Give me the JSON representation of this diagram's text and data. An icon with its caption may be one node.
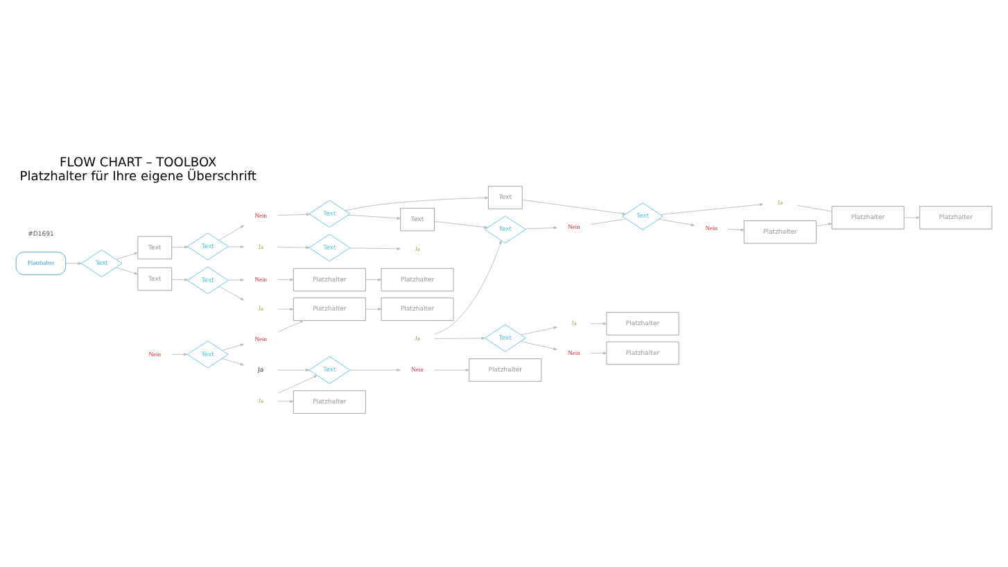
{
  "diagram": {
    "title": "FLOW CHART – TOOLBOX",
    "caption": "Platzhalter für Ihre eigene Überschrift",
    "nodes": [
      {
        "text": [
          "Platzhalter"
        ]
      },
      {
        "text": [
          "Text"
        ]
      },
      {
        "text": [
          "Text"
        ]
      },
      {
        "text": [
          "Text"
        ]
      },
      {
        "text": [
          "Nein"
        ]
      },
      {
        "text": [
          "Platzhalter"
        ]
      },
      {
        "text": [
          "Platzhalter"
        ]
      },
      {
        "text": [
          "Ja"
        ]
      },
      {
        "text": [
          "Platzhalter"
        ]
      },
      {
        "text": [
          "Platzhalter"
        ]
      },
      {
        "text": [
          "Text"
        ]
      },
      {
        "text": [
          "Text"
        ]
      },
      {
        "text": [
          "Ja"
        ]
      },
      {
        "text": [
          "Text"
        ]
      },
      {
        "text": [
          "Ja"
        ]
      },
      {
        "text": [
          "Nein"
        ]
      },
      {
        "text": [
          "Text"
        ]
      },
      {
        "text": [
          "Text"
        ]
      },
      {
        "text": [
          "Nein"
        ]
      },
      {
        "text": [
          "Text"
        ]
      },
      {
        "text": [
          "Nein"
        ]
      },
      {
        "text": [
          "Ja"
        ]
      },
      {
        "text": [
          "Ja"
        ]
      },
      {
        "text": [
          "Platzhalter"
        ]
      },
      {
        "text": [
          "Text"
        ]
      },
      {
        "text": [
          "Nein"
        ]
      },
      {
        "text": [
          "Platzhalter"
        ]
      },
      {
        "text": [
          "Text"
        ]
      },
      {
        "text": [
          "Text"
        ]
      },
      {
        "text": [
          "Nein"
        ]
      },
      {
        "text": [
          "Ja"
        ]
      },
      {
        "text": [
          "Text"
        ]
      },
      {
        "text": [
          "Ja"
        ]
      },
      {
        "text": [
          "Platzhalter"
        ]
      },
      {
        "text": [
          "Nein"
        ]
      },
      {
        "text": [
          "Platzhalter"
        ]
      },
      {
        "text": [
          "Text"
        ]
      },
      {
        "text": [
          "Ja"
        ]
      },
      {
        "text": [
          "Nein"
        ]
      },
      {
        "text": [
          "Platzhalter"
        ]
      },
      {
        "text": [
          "Platzhalter"
        ]
      },
      {
        "text": [
          "Platzhalter"
        ]
      }
    ],
    "edges": [
      {
        "from": 0,
        "to": 1,
        "arrow": "to"
      },
      {
        "from": 1,
        "to": 2,
        "arrow": "to"
      },
      {
        "from": 2,
        "to": 3,
        "arrow": "to"
      },
      {
        "from": 3,
        "to": 4,
        "arrow": "to"
      },
      {
        "from": 4,
        "to": 5,
        "arrow": "to"
      },
      {
        "from": 5,
        "to": 6,
        "arrow": "to"
      },
      {
        "from": 3,
        "to": 7,
        "arrow": "to"
      },
      {
        "from": 7,
        "to": 8,
        "arrow": "to"
      },
      {
        "from": 8,
        "to": 9,
        "arrow": "to"
      },
      {
        "from": 1,
        "to": 10,
        "arrow": "to"
      },
      {
        "from": 10,
        "to": 11,
        "arrow": "to"
      },
      {
        "from": 11,
        "to": 12,
        "arrow": "to"
      },
      {
        "from": 12,
        "to": 13,
        "arrow": "to"
      },
      {
        "from": 13,
        "to": 14,
        "arrow": "to"
      },
      {
        "from": 11,
        "to": 15,
        "arrow": "to"
      },
      {
        "from": 15,
        "to": 16,
        "arrow": "to"
      },
      {
        "from": 16,
        "to": 17,
        "arrow": "to"
      },
      {
        "from": 18,
        "to": 19,
        "arrow": "to"
      },
      {
        "from": 19,
        "to": 20,
        "arrow": "to"
      },
      {
        "from": 20,
        "to": 8,
        "arrow": "to"
      },
      {
        "from": 19,
        "to": 21,
        "arrow": "to"
      },
      {
        "from": 21,
        "to": 24,
        "arrow": "to"
      },
      {
        "from": 22,
        "to": 24,
        "arrow": "to"
      },
      {
        "from": 22,
        "to": 23,
        "arrow": "to"
      },
      {
        "from": 24,
        "to": 25,
        "arrow": "to"
      },
      {
        "from": 25,
        "to": 26,
        "arrow": "to"
      },
      {
        "from": 16,
        "to": 27,
        "arrow": "to"
      },
      {
        "from": 17,
        "to": 28,
        "arrow": "to"
      },
      {
        "from": 28,
        "to": 29,
        "arrow": "to"
      },
      {
        "from": 29,
        "to": 36,
        "arrow": "none"
      },
      {
        "from": 30,
        "to": 28,
        "arrow": "to"
      },
      {
        "from": 30,
        "to": 31,
        "arrow": "to"
      },
      {
        "from": 31,
        "to": 32,
        "arrow": "to"
      },
      {
        "from": 32,
        "to": 33,
        "arrow": "to"
      },
      {
        "from": 31,
        "to": 34,
        "arrow": "to"
      },
      {
        "from": 34,
        "to": 35,
        "arrow": "to"
      },
      {
        "from": 27,
        "to": 36,
        "arrow": "to"
      },
      {
        "from": 36,
        "to": 37,
        "arrow": "to"
      },
      {
        "from": 36,
        "to": 38,
        "arrow": "to"
      },
      {
        "from": 38,
        "to": 39,
        "arrow": "to"
      },
      {
        "from": 39,
        "to": 40,
        "arrow": "to"
      },
      {
        "from": 37,
        "to": 40,
        "arrow": "none"
      },
      {
        "from": 40,
        "to": 41,
        "arrow": "to"
      }
    ],
    "labels": [
      "#D1691"
    ]
  }
}
